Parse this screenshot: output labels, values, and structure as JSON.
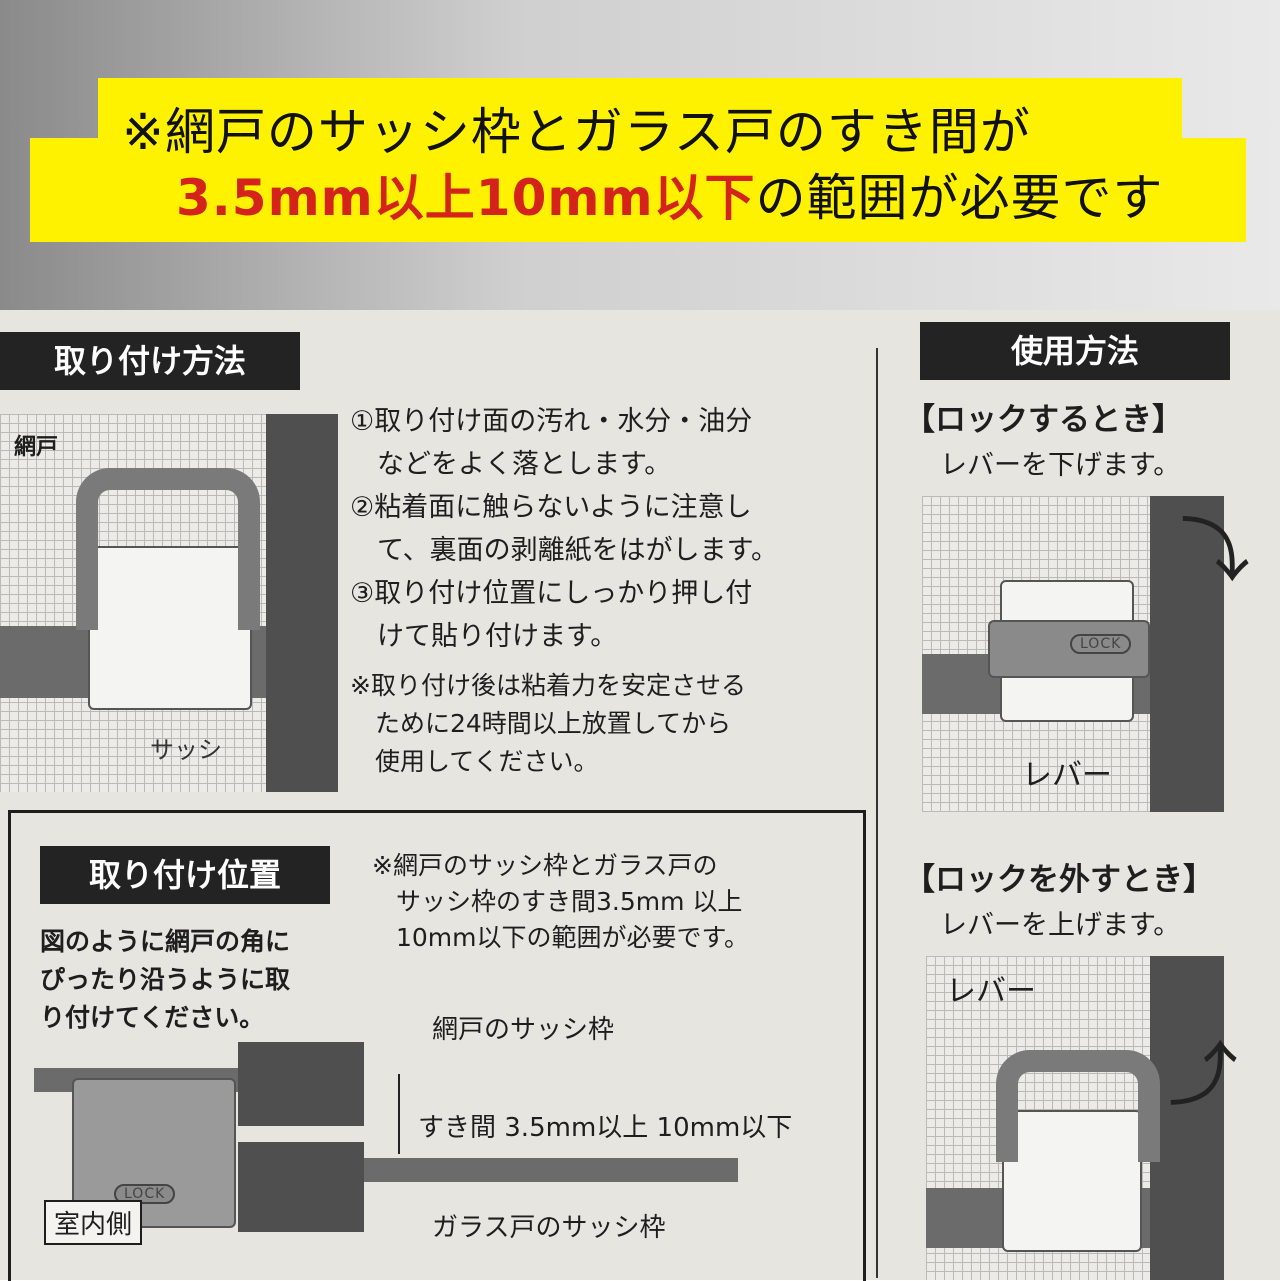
{
  "banner": {
    "line1": "※網戸のサッシ枠とガラス戸のすき間が",
    "line2_red": "3.5mm以上10mm以下",
    "line2_rest": "の範囲が必要です"
  },
  "installation": {
    "heading": "取り付け方法",
    "label_screen": "網戸",
    "label_sash": "サッシ",
    "steps": [
      "①取り付け面の汚れ・水分・油分",
      "　などをよく落とします。",
      "②粘着面に触らないように注意し",
      "　て、裏面の剥離紙をはがします。",
      "③取り付け位置にしっかり押し付",
      "　けて貼り付けます。"
    ],
    "note": [
      "※取り付け後は粘着力を安定させる",
      "　ために24時間以上放置してから",
      "　使用してください。"
    ]
  },
  "position": {
    "heading": "取り付け位置",
    "desc": [
      "図のように網戸の角に",
      "ぴったり沿うように取",
      "り付けてください。"
    ],
    "note": [
      "※網戸のサッシ枠とガラス戸の",
      "サッシ枠のすき間3.5mm 以上",
      "10mm以下の範囲が必要です。"
    ],
    "label_screen_frame": "網戸のサッシ枠",
    "label_gap": "すき間 3.5mm以上 10mm以下",
    "label_glass_frame": "ガラス戸のサッシ枠",
    "label_indoor": "室内側",
    "lock_text": "LOCK"
  },
  "usage": {
    "heading": "使用方法",
    "lock_title": "【ロックするとき】",
    "lock_desc": "レバーを下げます。",
    "unlock_title": "【ロックを外すとき】",
    "unlock_desc": "レバーを上げます。",
    "lever_label": "レバー",
    "lock_text": "LOCK"
  }
}
